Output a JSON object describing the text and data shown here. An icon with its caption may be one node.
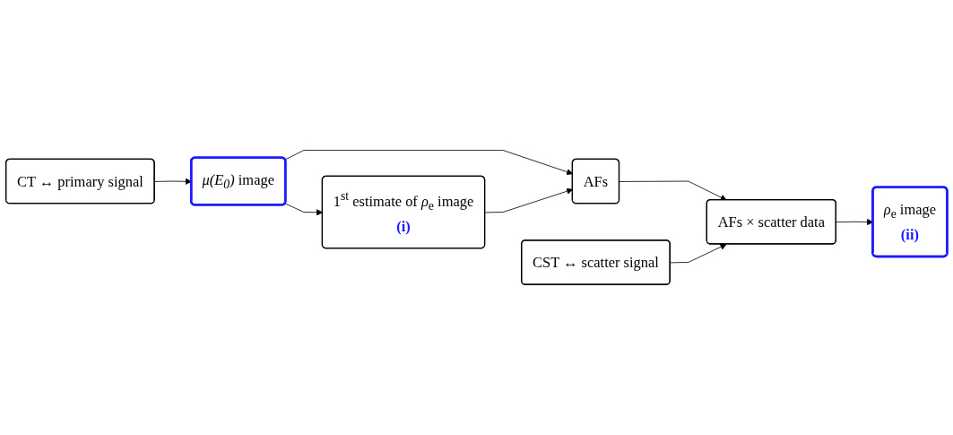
{
  "diagram": {
    "nodes": [
      {
        "text": [
          "CT ↔ primary signal"
        ]
      },
      {
        "text": [
          "*μ(E$_{0}$)* image"
        ]
      },
      {
        "text": [
          "1$^{st}$ estimate of *ρ*$_{e}$ image",
          "(i)"
        ]
      },
      {
        "text": [
          "AFs"
        ]
      },
      {
        "text": [
          "CST ↔ scatter signal"
        ]
      },
      {
        "text": [
          "AFs × scatter data"
        ]
      },
      {
        "text": [
          "*ρ*$_{e}$ image",
          "(ii)"
        ]
      }
    ],
    "edges": [
      {
        "from": 0,
        "to": 1,
        "arrow": "to"
      },
      {
        "from": 1,
        "to": 2,
        "arrow": "to"
      },
      {
        "from": 1,
        "to": 3,
        "arrow": "to"
      },
      {
        "from": 2,
        "to": 3,
        "arrow": "to"
      },
      {
        "from": 3,
        "to": 5,
        "arrow": "to"
      },
      {
        "from": 4,
        "to": 5,
        "arrow": "to"
      },
      {
        "from": 5,
        "to": 6,
        "arrow": "to"
      }
    ]
  }
}
